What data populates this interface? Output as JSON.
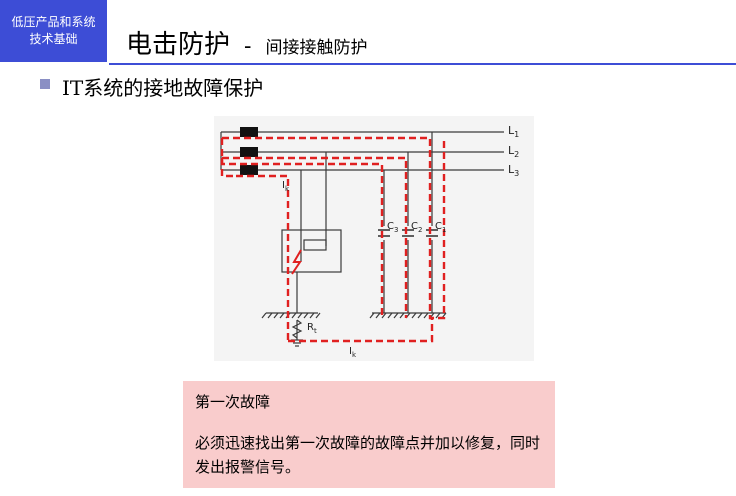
{
  "badge": {
    "line1": "低压产品和系统",
    "line2": "技术基础"
  },
  "header": {
    "title": "电击防护",
    "separator": "-",
    "subtitle": "间接接触防护"
  },
  "bullet": {
    "text": "IT系统的接地故障保护"
  },
  "diagram": {
    "labels": {
      "l1": "L",
      "l1_sub": "1",
      "l2": "L",
      "l2_sub": "2",
      "l3": "L",
      "l3_sub": "3",
      "ik_top": "I",
      "ik_top_sub": "k",
      "ik_bottom": "I",
      "ik_bottom_sub": "k",
      "c3": "C",
      "c3_sub": "3",
      "c2": "C",
      "c2_sub": "2",
      "c1": "C",
      "c1_sub": "1",
      "rt": "R",
      "rt_sub": "t"
    },
    "colors": {
      "wire": "#3a3a3a",
      "fault_path": "#e02020",
      "fuse": "#111111",
      "background": "#f4f4f4"
    }
  },
  "note": {
    "title": "第一次故障",
    "body": "必须迅速找出第一次故障的故障点并加以修复，同时发出报警信号。"
  }
}
